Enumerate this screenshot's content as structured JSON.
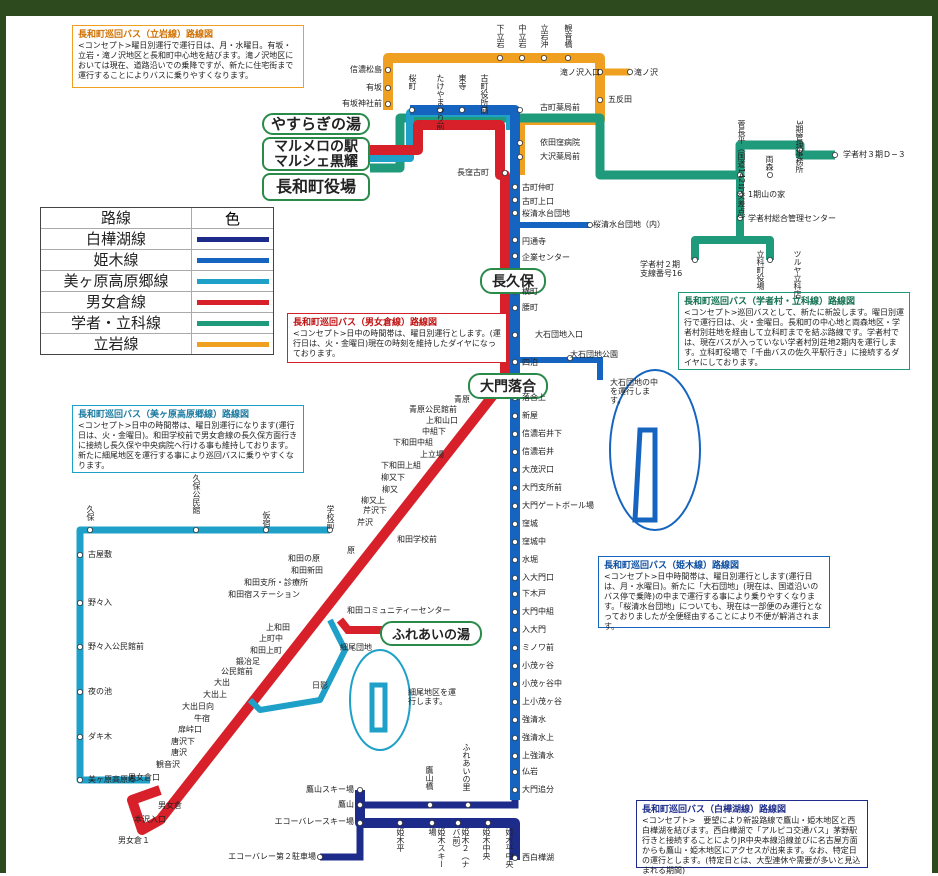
{
  "legend": {
    "header_route": "路線",
    "header_color": "色",
    "rows": [
      {
        "name": "白樺湖線",
        "color": "#1d2c8a"
      },
      {
        "name": "姫木線",
        "color": "#1565c0"
      },
      {
        "name": "美ヶ原高原郷線",
        "color": "#1ea0c8"
      },
      {
        "name": "男女倉線",
        "color": "#d8202a"
      },
      {
        "name": "学者・立科線",
        "color": "#1f9a7a"
      },
      {
        "name": "立岩線",
        "color": "#f0a020"
      }
    ]
  },
  "landmarks": {
    "yasuragi": "やすらぎの湯",
    "marumero1": "マルメロの駅",
    "marumero2": "マルシェ黒耀",
    "yakuba": "長和町役場",
    "nagakubo": "長久保",
    "daimon": "大門落合",
    "fureai": "ふれあいの湯"
  },
  "boxes": {
    "tateiwa": {
      "title": "長和町巡回バス（立岩線）路線図",
      "body": "<コンセプト>曜日別運行で運行日は、月・水曜日。有坂・立岩・滝ノ沢地区と長和町中心地を結びます。滝ノ沢地区においては現在、道路沿いでの乗降ですが、新たに住宅街まで運行することによりバスに乗りやすくなります。"
    },
    "odakura": {
      "title": "長和町巡回バス（男女倉線）路線図",
      "body": "<コンセプト>日中の時間帯は、曜日別運行とします。(運行日は、火・金曜日)現在の時刻を維持したダイヤになっております。"
    },
    "utsukushi": {
      "title": "長和町巡回バス（美ヶ原高原郷線）路線図",
      "body": "<コンセプト>日中の時間帯は、曜日別運行になります(運行日は、火・金曜日)。和田学校前で男女倉線の長久保方面行きに接続し長久保や中央病院へ行ける事も維持しております。新たに細尾地区を運行する事により巡回バスに乗りやすくなります。"
    },
    "gakusha": {
      "title": "長和町巡回バス（学者村・立科線）路線図",
      "body": "<コンセプト>巡回バスとして、新たに新設します。曜日別運行で運行日は、火・金曜日。長和町の中心地と両森地区・学者村別荘地を経由して立科町までを結ぶ路線です。学者村では、現在バスが入っていない学者村別荘地2期内を運行します。立科町役場で「千曲バスの佐久平駅行き」に接続するダイヤにしております。"
    },
    "himeki": {
      "title": "長和町巡回バス（姫木線）路線図",
      "body": "<コンセプト>日中時間帯は、曜日別運行とします(運行日は、月・水曜日)。新たに「大石団地」(現在は、国道沿いのバス停で乗降)の中まで運行する事により乗りやすくなります。「桜清水台団地」についても、現在は一部便のみ運行となっておりましたが全便経由することにより不便が解消されます。"
    },
    "shirakaba": {
      "title": "長和町巡回バス（白樺湖線）路線図",
      "body": "<コンセプト>　要望により新設路線で鷹山・姫木地区と西白樺湖を結びます。西白樺湖で「アルピコ交通バス」茅野駅行きと接続することによりJR中央本線沿線並びに名古屋方面からも鷹山・姫木地区にアクセスが出来ます。なお、特定日の運行とします。(特定日とは、大型連休や需要が多いと見込まれる期間)"
    }
  },
  "notes": {
    "oishi": "大石団地の中を運行します。",
    "hosoo": "細尾地区を運行します。"
  },
  "stations": {
    "tateiwa_top": [
      "下立岩",
      "中立岩",
      "立岩沖",
      "観音橋"
    ],
    "tateiwa_left": [
      "信濃松島",
      "有坂",
      "有坂神社前"
    ],
    "tateiwa_right": [
      "滝ノ沢入口",
      "滝ノ沢",
      "五反田"
    ],
    "center_v": [
      "桜町",
      "たけやまつり前",
      "東寺",
      "古町役所前"
    ],
    "center": [
      "古町薬局前",
      "依田窪病院",
      "大沢薬局前",
      "長窪古町",
      "古町仲町",
      "古町上口",
      "桜清水台団地",
      "桜清水台団地（内）",
      "円通寺",
      "企業センター"
    ],
    "gakusha": [
      "学者村３期Ｄ−３",
      "1期山の家",
      "学者村総合管理センター",
      "学者村２期\n支線番号16"
    ],
    "gakusha_v": [
      "菅長平（国道142号交差点）",
      "両森",
      "3期管理事務所",
      "立科町役場",
      "ツルヤ立科店"
    ],
    "himeki": [
      "横町",
      "腰町",
      "大石団地入口",
      "大石団地公園",
      "四泊",
      "落合上",
      "新屋",
      "信濃岩井下",
      "信濃岩井",
      "大茂沢口",
      "大門支所前",
      "大門ゲートボール場",
      "窪城",
      "窪城中",
      "水堀",
      "入大門口",
      "下木戸",
      "大門中組",
      "入大門",
      "ミノワ前",
      "小茂ヶ谷",
      "小茂ヶ谷中",
      "上小茂ヶ谷",
      "強清水",
      "強清水上",
      "上強清水",
      "仏岩",
      "大門追分",
      "西白樺湖"
    ],
    "odakura": [
      "青原",
      "青原公民館前",
      "上和山口",
      "中組下",
      "下和田中組",
      "上立場",
      "下和田上組",
      "柳又下",
      "柳又",
      "柳又上",
      "芹沢下",
      "芹沢",
      "和田学校前",
      "原",
      "和田の原",
      "和田新田",
      "和田支所・診療所",
      "和田宿ステーション",
      "和田コミュニティーセンター",
      "上和田",
      "上町中",
      "和田上町",
      "鍛冶足",
      "公民館前",
      "大出",
      "大出上",
      "大出日向",
      "牛宿",
      "扉峠口",
      "唐沢下",
      "唐沢",
      "観音沢",
      "男女倉口",
      "男女倉",
      "本沢入口",
      "男女倉１"
    ],
    "utsukushi_top": [
      "久保",
      "久保公民館",
      "仮宿",
      "学校前"
    ],
    "utsukushi_left": [
      "古屋敷",
      "野々入",
      "野々入公民館前",
      "夜の池",
      "ダキ木",
      "美ヶ原高原郷"
    ],
    "utsukushi_other": [
      "細尾団地",
      "日影"
    ],
    "shirakaba": [
      "鷹山スキー場",
      "鷹山",
      "エコーバレースキー場",
      "エコーバレー第２駐車場"
    ],
    "shirakaba_v": [
      "鷹山橋",
      "ふれあいの里",
      "姫木平",
      "姫木スキー場",
      "姫木２（ナバ前）",
      "姫木中央",
      "姫木平中央"
    ]
  },
  "colors": {
    "frame": "#2d4a1e",
    "shirakaba": "#1d2c8a",
    "himeki": "#1565c0",
    "utsukushi": "#1ea0c8",
    "odakura": "#d8202a",
    "gakusha": "#1f9a7a",
    "tateiwa": "#f0a020"
  }
}
